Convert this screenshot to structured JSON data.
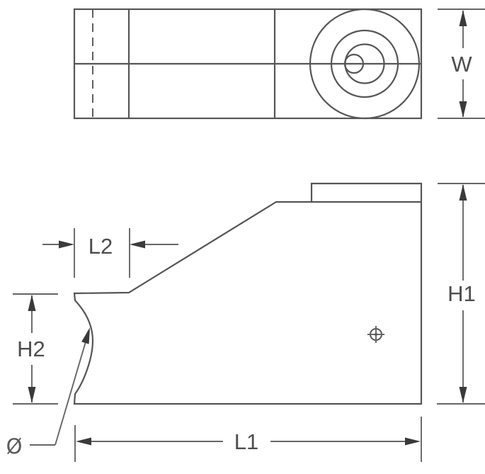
{
  "drawing": {
    "kind": "two-view engineering part drawing",
    "background_color": "#ffffff",
    "line_color": "#565656",
    "text_color": "#4d4d4d"
  },
  "labels": {
    "w": "W",
    "l1": "L1",
    "l2": "L2",
    "h1": "H1",
    "h2": "H2",
    "diameter": "Ø"
  }
}
